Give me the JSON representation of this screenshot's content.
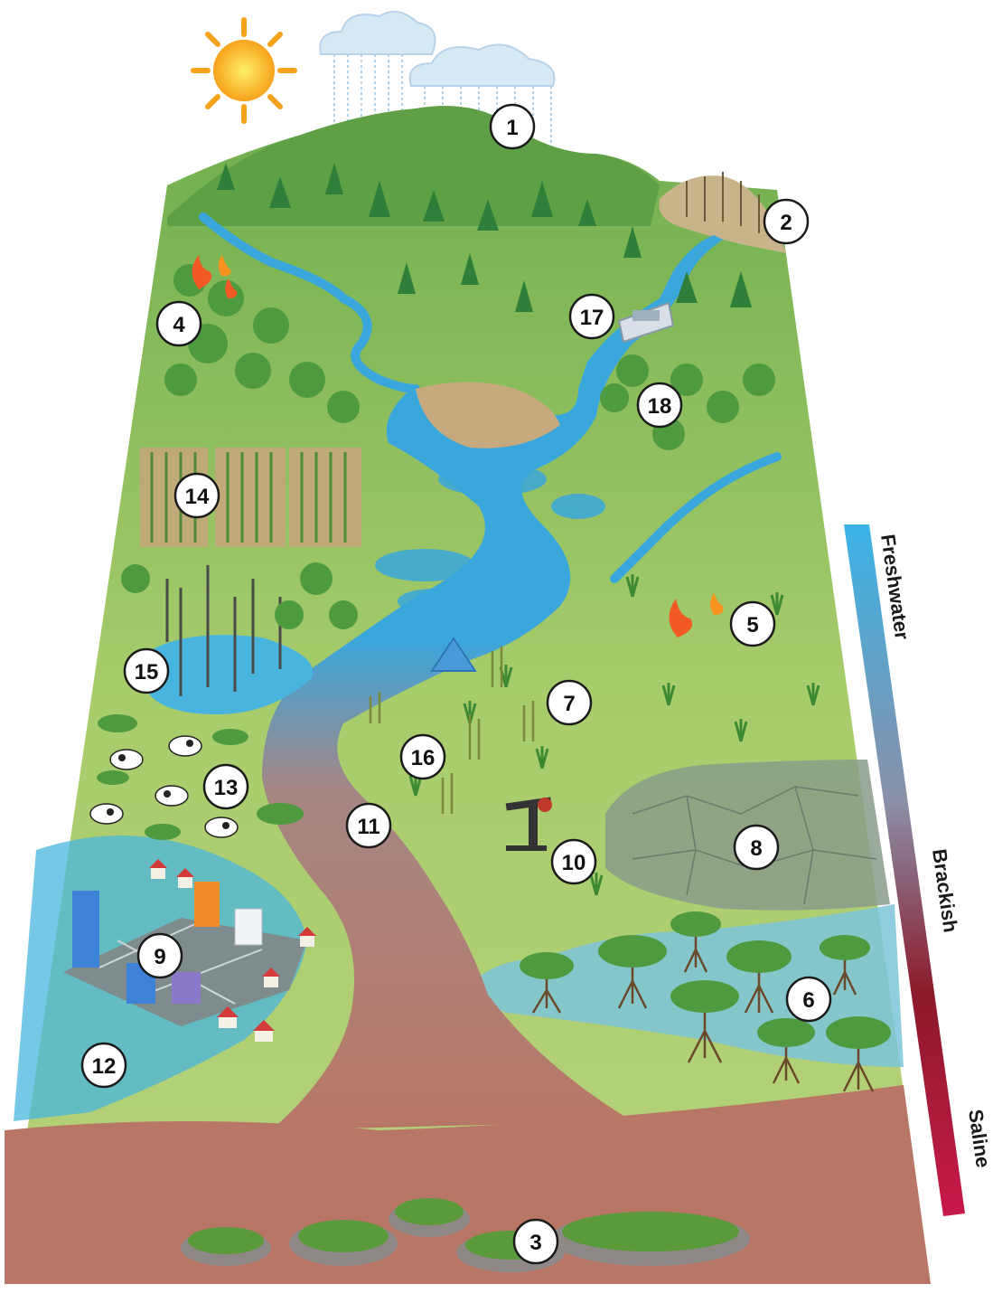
{
  "markers": [
    {
      "label": "1"
    },
    {
      "label": "2"
    },
    {
      "label": "3"
    },
    {
      "label": "4"
    },
    {
      "label": "5"
    },
    {
      "label": "6"
    },
    {
      "label": "7"
    },
    {
      "label": "8"
    },
    {
      "label": "9"
    },
    {
      "label": "10"
    },
    {
      "label": "11"
    },
    {
      "label": "12"
    },
    {
      "label": "13"
    },
    {
      "label": "14"
    },
    {
      "label": "15"
    },
    {
      "label": "16"
    },
    {
      "label": "17"
    },
    {
      "label": "18"
    }
  ],
  "salinity_scale": {
    "labels": [
      "Freshwater",
      "Brackish",
      "Saline"
    ],
    "colors": {
      "fresh": "#3bb3e6",
      "brackish": "#8b1a2a",
      "saline": "#c8194a"
    }
  },
  "colors": {
    "land": "#a9cc6a",
    "forest_green": "#3f9a3f",
    "river": "#3aa7dc",
    "saline_water": "#b87766",
    "sky_sun": "#f7a21b"
  }
}
